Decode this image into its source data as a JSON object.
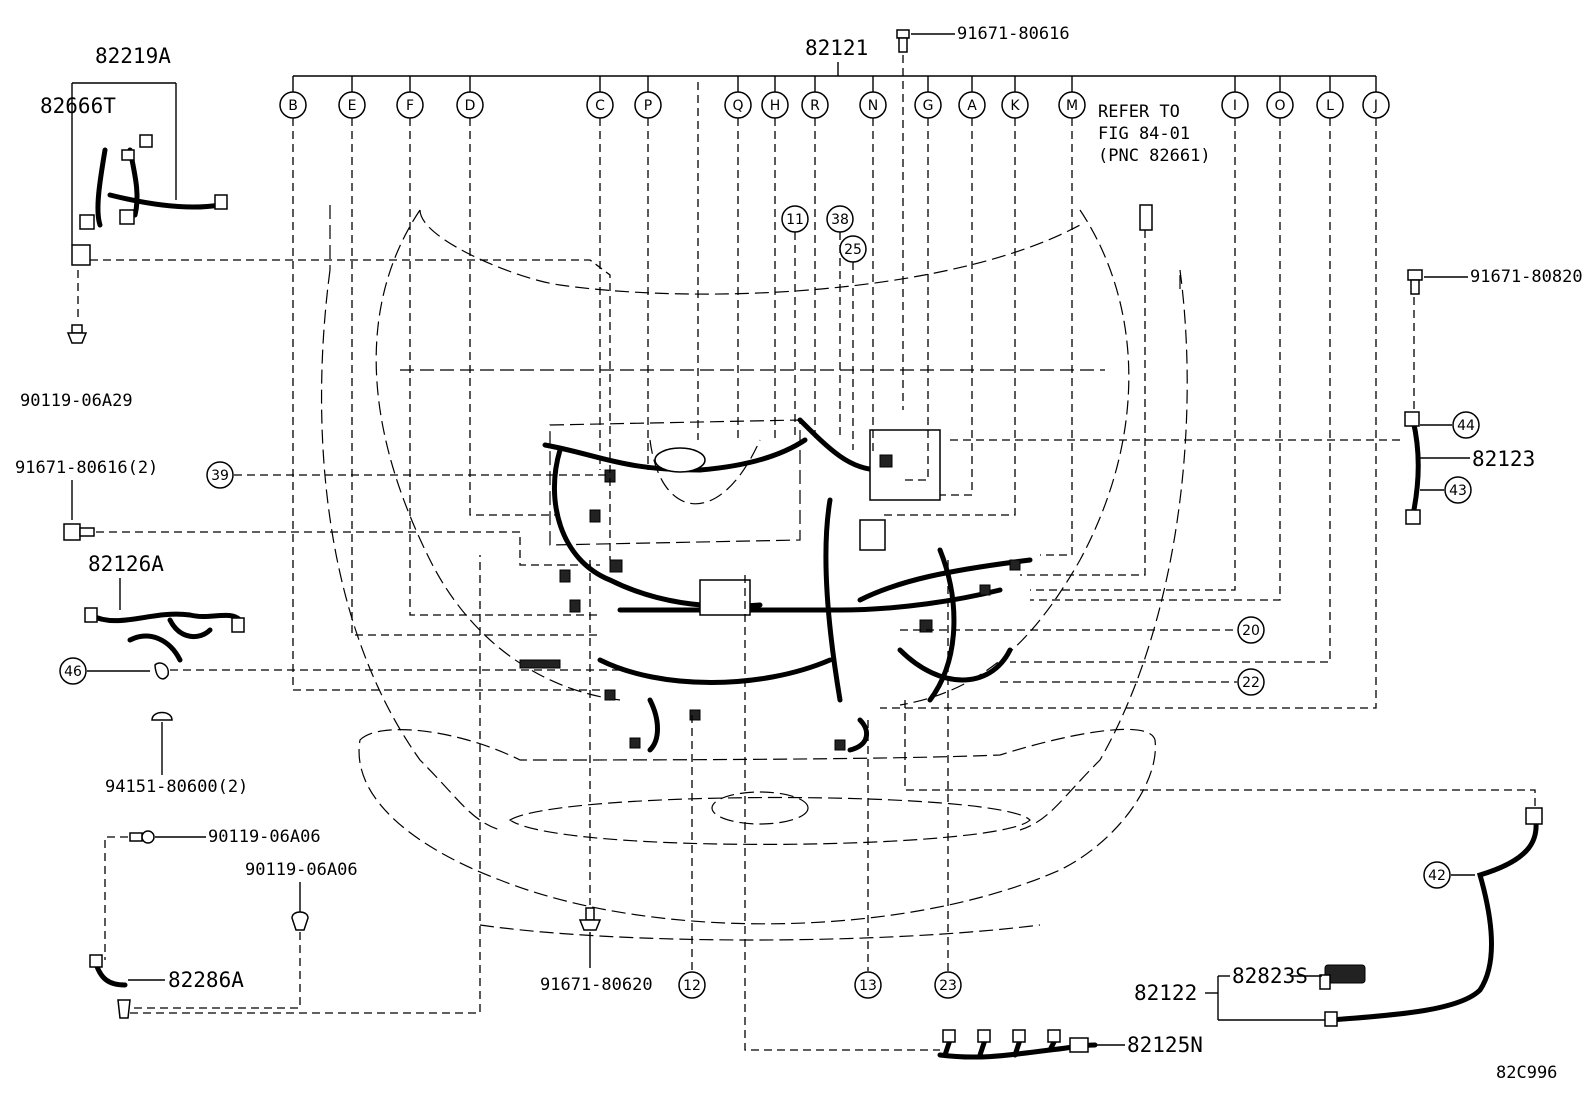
{
  "diagram_code": "82C996",
  "main_harness": "82121",
  "refer_note": [
    "REFER TO",
    "FIG 84-01",
    "(PNC 82661)"
  ],
  "connectors": [
    "B",
    "E",
    "F",
    "D",
    "C",
    "P",
    "Q",
    "H",
    "R",
    "N",
    "G",
    "A",
    "K",
    "M",
    "I",
    "O",
    "L",
    "J"
  ],
  "numbers": {
    "n11": "11",
    "n38": "38",
    "n25": "25",
    "n39": "39",
    "n44": "44",
    "n43": "43",
    "n46": "46",
    "n20": "20",
    "n22": "22",
    "n42": "42",
    "n12": "12",
    "n13": "13",
    "n23": "23"
  },
  "parts": {
    "p82219A": "82219A",
    "p82666T": "82666T",
    "p90119_06A29": "90119-06A29",
    "p91671_80616": "91671-80616",
    "p91671_80616_2": "91671-80616(2)",
    "p91671_80820": "91671-80820",
    "p82123": "82123",
    "p82126A": "82126A",
    "p94151_80600_2": "94151-80600(2)",
    "p90119_06A06_a": "90119-06A06",
    "p90119_06A06_b": "90119-06A06",
    "p82286A": "82286A",
    "p91671_80620": "91671-80620",
    "p82122": "82122",
    "p82823S": "82823S",
    "p82125N": "82125N"
  }
}
